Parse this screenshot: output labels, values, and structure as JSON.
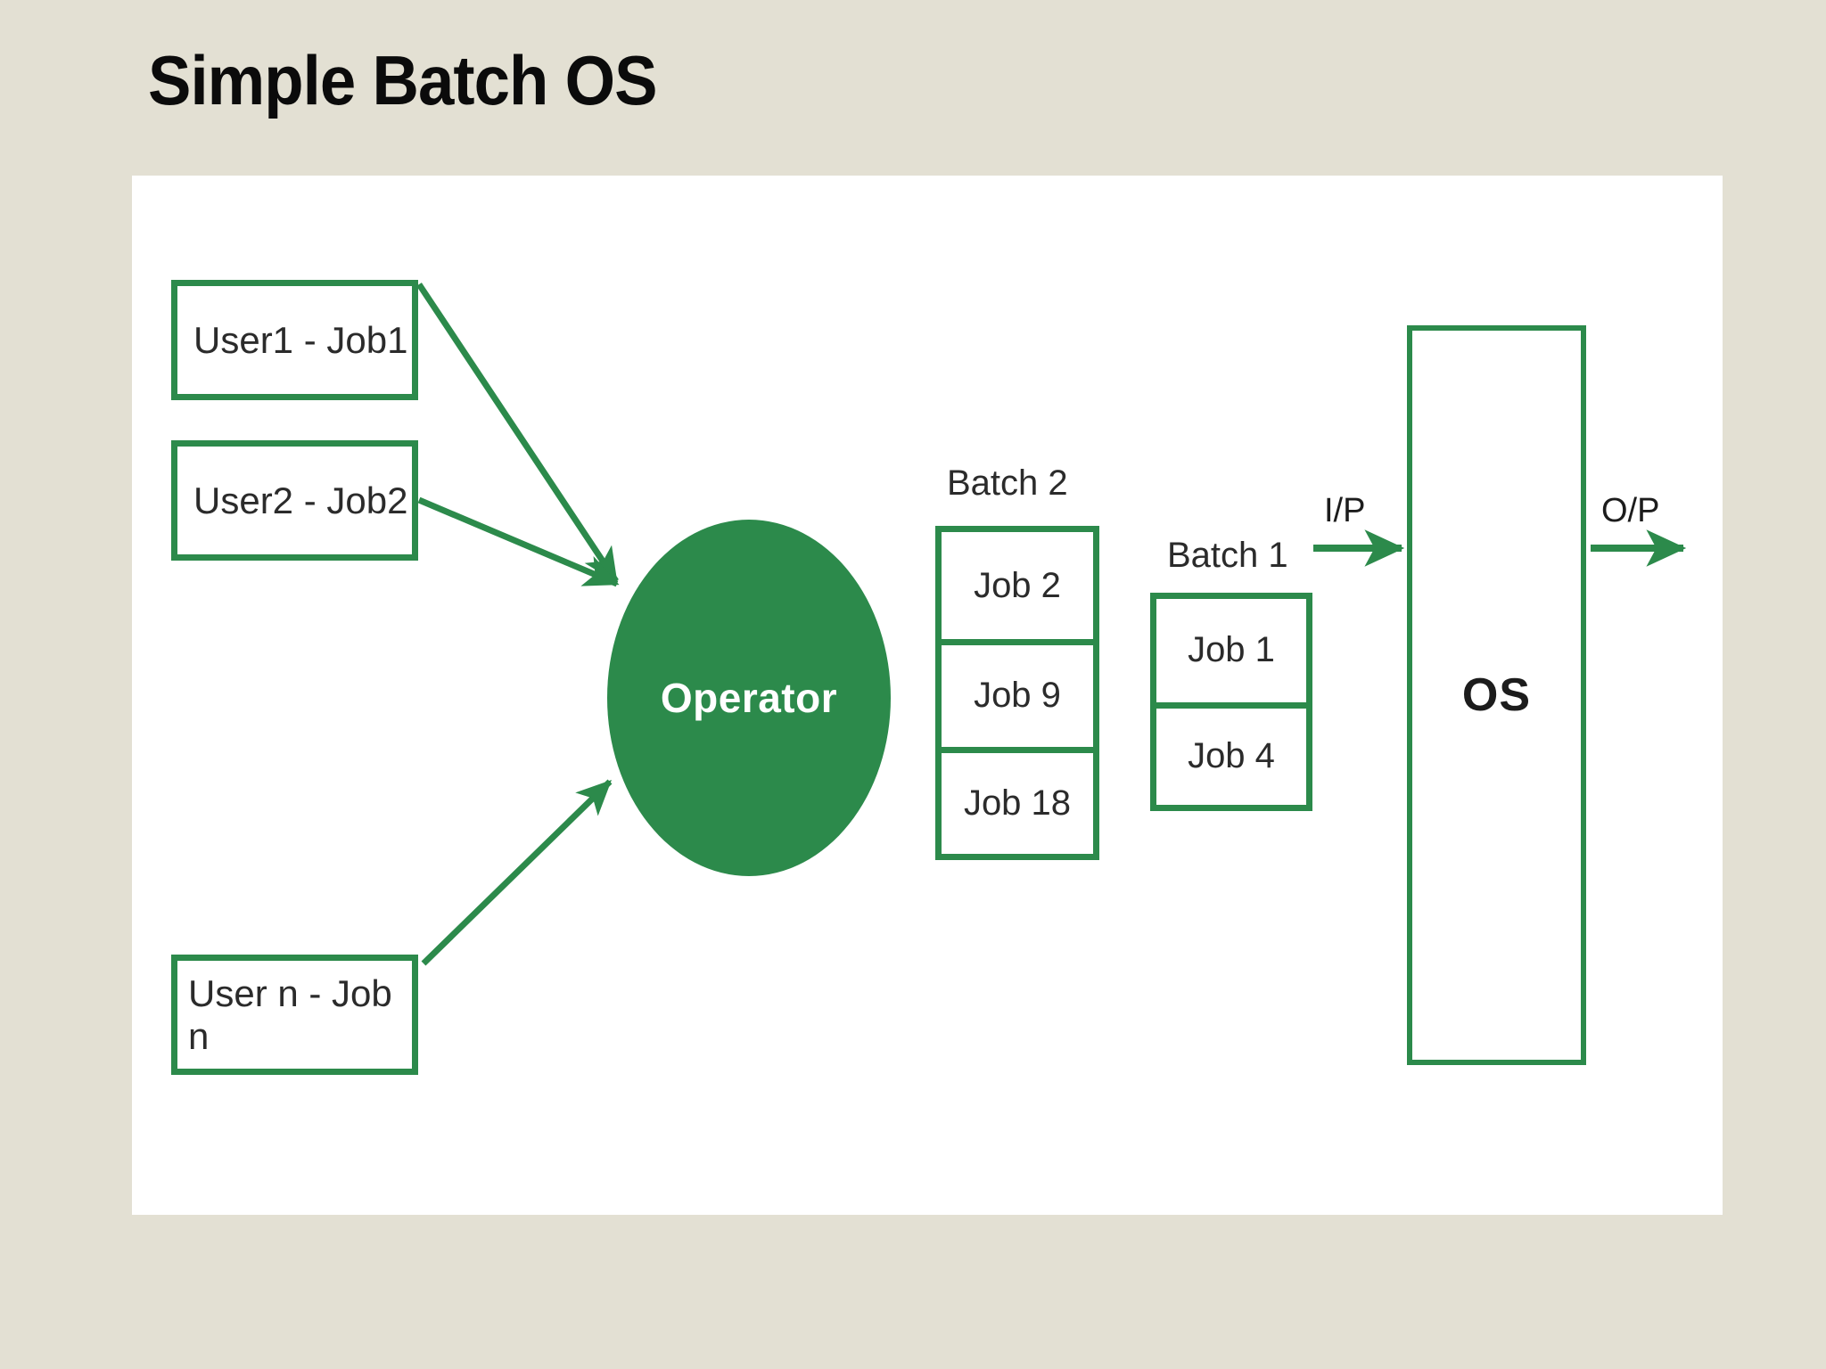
{
  "slide": {
    "title": "Simple Batch OS",
    "background_color": "#e3e0d3",
    "canvas_color": "#ffffff",
    "accent_color": "#2c8a4b",
    "text_color": "#2b2b2b"
  },
  "diagram": {
    "users": [
      {
        "label": "User1 - Job1"
      },
      {
        "label": "User2 - Job2"
      },
      {
        "label": "User n - Job n"
      }
    ],
    "operator": {
      "label": "Operator"
    },
    "batches": [
      {
        "name": "batch-2",
        "label": "Batch 2",
        "jobs": [
          {
            "label": "Job 2"
          },
          {
            "label": "Job 9"
          },
          {
            "label": "Job 18"
          }
        ]
      },
      {
        "name": "batch-1",
        "label": "Batch 1",
        "jobs": [
          {
            "label": "Job 1"
          },
          {
            "label": "Job 4"
          }
        ]
      }
    ],
    "os": {
      "label": "OS"
    },
    "io": {
      "input_label": "I/P",
      "output_label": "O/P"
    },
    "arrows": [
      {
        "name": "user1-to-operator",
        "from": "User1 - Job1",
        "to": "Operator"
      },
      {
        "name": "user2-to-operator",
        "from": "User2 - Job2",
        "to": "Operator"
      },
      {
        "name": "usern-to-operator",
        "from": "User n - Job n",
        "to": "Operator"
      },
      {
        "name": "batch1-to-os",
        "from": "Batch 1",
        "to": "OS",
        "label": "I/P"
      },
      {
        "name": "os-to-output",
        "from": "OS",
        "to": "",
        "label": "O/P"
      }
    ]
  }
}
